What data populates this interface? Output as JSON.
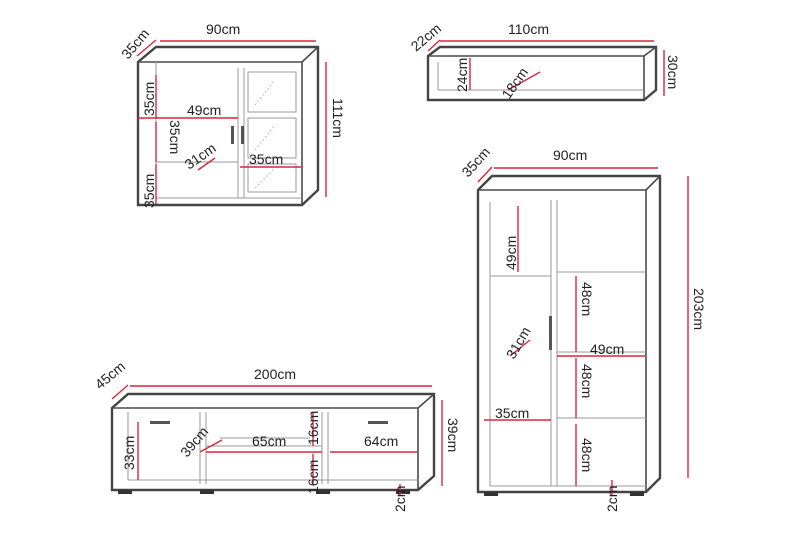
{
  "colors": {
    "dimension_line": "#d9263b",
    "outline": "#4a4a4a",
    "text": "#222222"
  },
  "sideboard": {
    "depth": "35cm",
    "width": "90cm",
    "height": "111cm",
    "shelf_height_top": "35cm",
    "shelf_height_mid": "35cm",
    "shelf_height_bottom": "35cm",
    "shelf_width_left": "49cm",
    "shelf_depth": "31cm",
    "shelf_width_right": "35cm"
  },
  "wall_shelf": {
    "depth": "22cm",
    "width": "110cm",
    "height": "30cm",
    "inner_height": "24cm",
    "inner_depth": "18cm"
  },
  "tv_bench": {
    "depth": "45cm",
    "width": "200cm",
    "height": "39cm",
    "left_compartment_height": "33cm",
    "inner_depth": "39cm",
    "middle_width": "65cm",
    "middle_height_top": "16cm",
    "middle_height_bottom": "16cm",
    "right_width": "64cm",
    "leg_height": "2cm"
  },
  "tall_cabinet": {
    "depth": "35cm",
    "width": "90cm",
    "height": "203cm",
    "left_top_height": "49cm",
    "inner_depth": "31cm",
    "left_width": "35cm",
    "right_shelf_height_1": "48cm",
    "right_shelf_height_2": "48cm",
    "right_shelf_height_3": "48cm",
    "right_width": "49cm",
    "leg_height": "2cm"
  }
}
